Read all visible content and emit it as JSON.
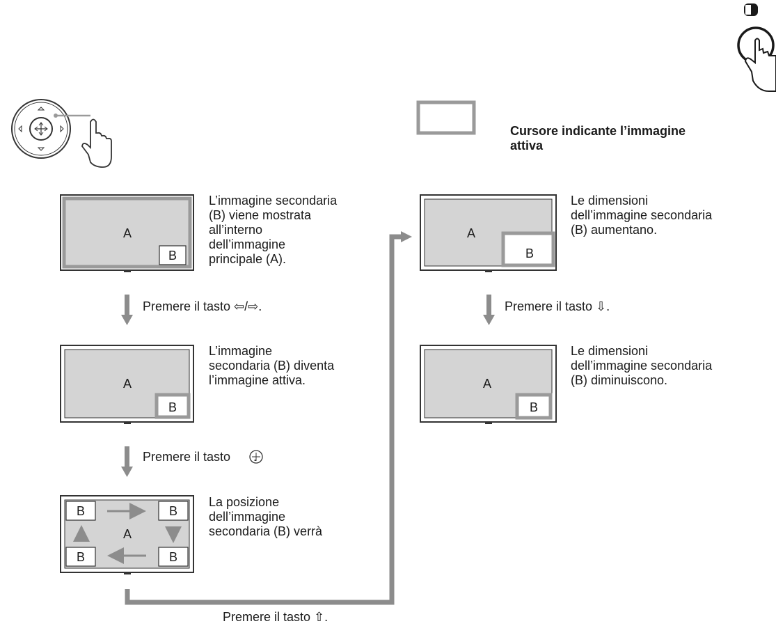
{
  "legend": {
    "cursor_label": "Cursore indicante l’immagine\nattiva"
  },
  "screen_labels": {
    "main": "A",
    "sub": "B"
  },
  "left_flow": {
    "step1_text": "L’immagine secondaria\n(B) viene mostrata\nall’interno\ndell’immagine\nprincipale (A).",
    "action1": "Premere il tasto ⇦/⇨.",
    "step2_text": "L’immagine\nsecondaria (B) diventa\nl’immagine attiva.",
    "action2": "Premere il tasto",
    "action2_suffix": ".",
    "step3_text": "La posizione\ndell’immagine\nsecondaria (B) verrà"
  },
  "bottom_action": "Premere il tasto ⇧.",
  "right_flow": {
    "step1_text": "Le dimensioni\ndell’immagine secondaria\n(B) aumentano.",
    "action": "Premere il tasto ⇩.",
    "step2_text": "Le dimensioni\ndell’immagine secondaria\n(B) diminuiscono."
  },
  "colors": {
    "cursor_gray": "#9a9a9a",
    "screen_fill": "#d4d4d4",
    "arrow_gray": "#8c8c8c",
    "outline": "#333333"
  }
}
